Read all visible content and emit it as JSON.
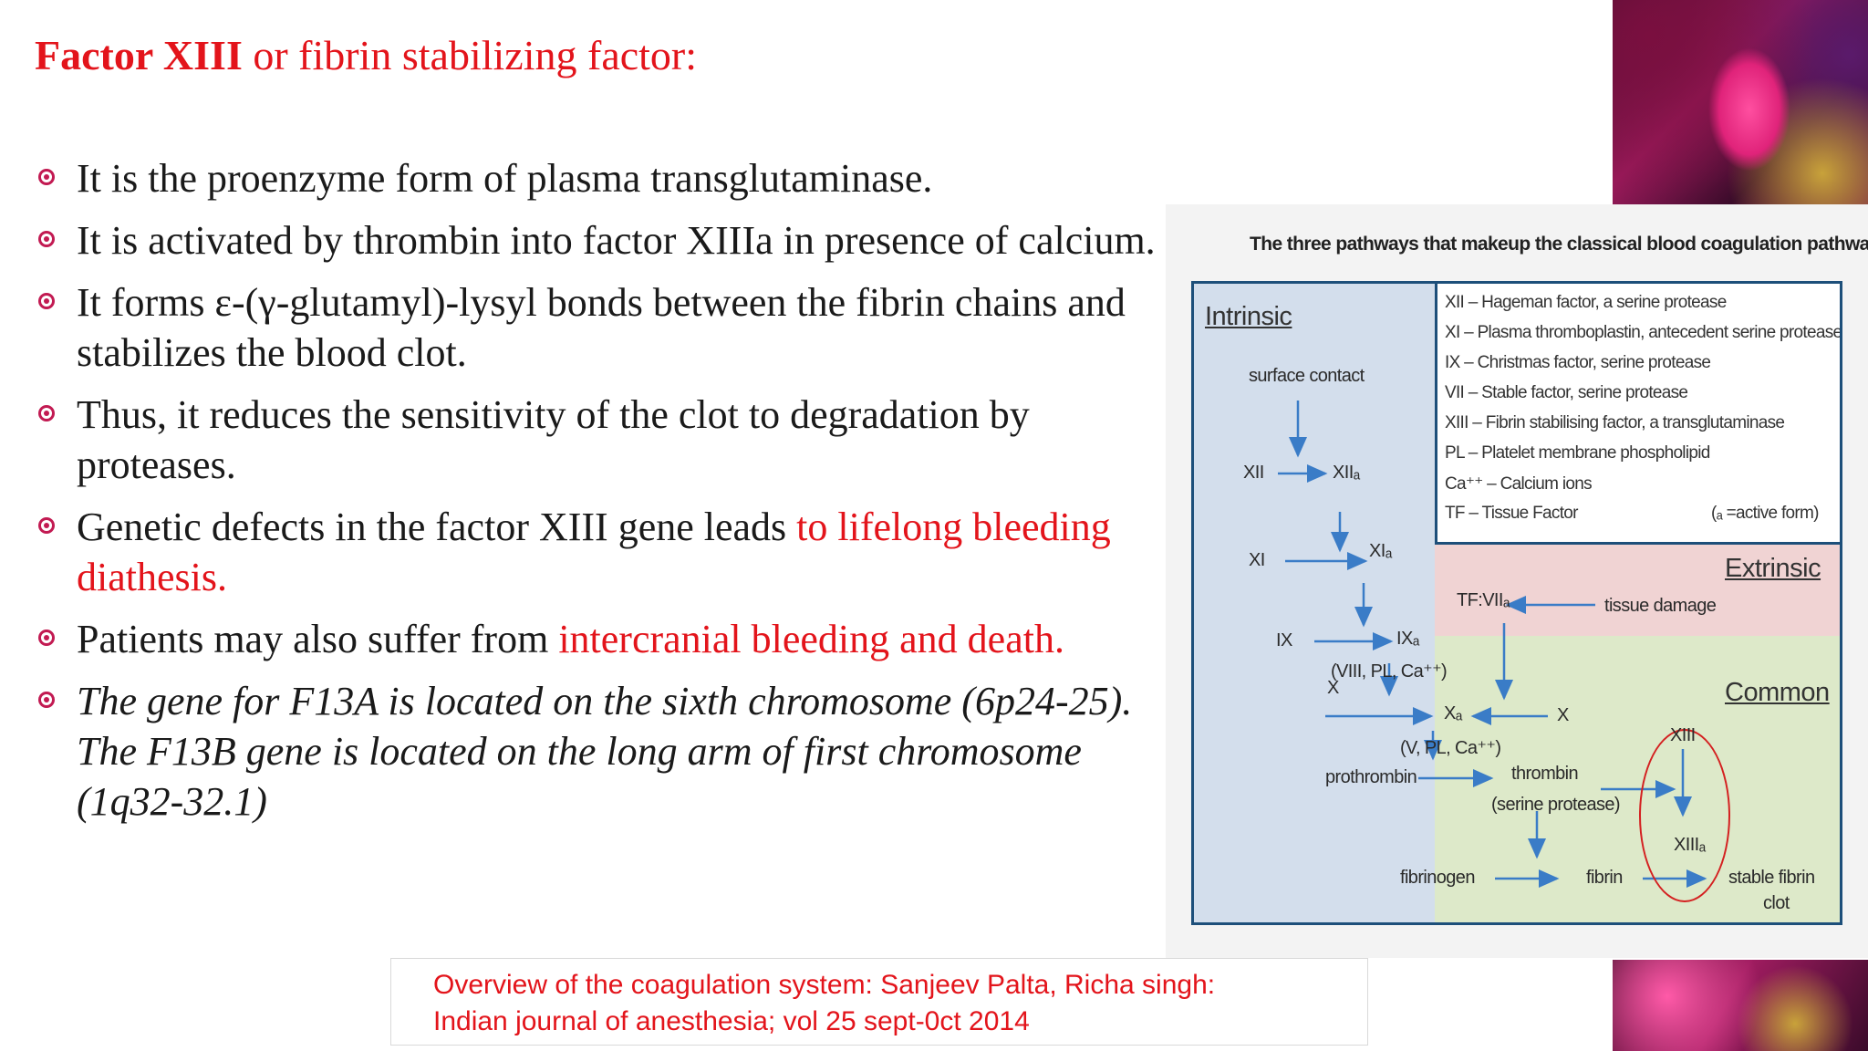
{
  "title": {
    "bold": "Factor XIII",
    "rest": " or fibrin stabilizing factor:"
  },
  "bullets": [
    {
      "parts": [
        {
          "text": "It is the proenzyme form of plasma transglutaminase."
        }
      ]
    },
    {
      "parts": [
        {
          "text": "It is activated by thrombin into factor XIIIa in presence of calcium."
        }
      ]
    },
    {
      "parts": [
        {
          "text": "It forms ε-(γ-glutamyl)-lysyl bonds between the fibrin chains and stabilizes the blood clot."
        }
      ]
    },
    {
      "parts": [
        {
          "text": "Thus, it reduces the sensitivity of the clot to degradation by proteases."
        }
      ]
    },
    {
      "parts": [
        {
          "text": "Genetic defects in the factor XIII gene leads "
        },
        {
          "text": "to lifelong bleeding diathesis.",
          "red": true
        }
      ]
    },
    {
      "parts": [
        {
          "text": "Patients may also suffer from "
        },
        {
          "text": "intercranial bleeding and death.",
          "red": true
        }
      ]
    },
    {
      "parts": [
        {
          "text": "The gene for F13A is located on the sixth chromosome (6p24-25). The F13B gene is located on the long arm of first chromosome (1q32-32.1)",
          "italic": true
        }
      ]
    }
  ],
  "figure": {
    "title": "The three pathways that makeup the classical blood coagulation pathway",
    "intrinsic": "Intrinsic",
    "extrinsic": "Extrinsic",
    "common": "Common",
    "legend": [
      "XII – Hageman factor, a serine protease",
      "XI – Plasma thromboplastin, antecedent serine protease",
      "IX – Christmas factor, serine protease",
      "VII – Stable factor, serine protease",
      "XIII – Fibrin stabilising factor, a transglutaminase",
      "PL – Platelet membrane phospholipid",
      "Ca⁺⁺ – Calcium ions",
      "TF – Tissue Factor"
    ],
    "legend_note": "(ₐ =active form)",
    "labels": {
      "surface_contact": "surface contact",
      "xii": "XII",
      "xiia": "XIIₐ",
      "xi": "XI",
      "xia": "XIₐ",
      "ix": "IX",
      "ixa": "IXₐ",
      "viii_pl_ca": "(VIII, PL, Ca⁺⁺)",
      "x_left": "X",
      "xa": "Xₐ",
      "x_right": "X",
      "v_pl_ca": "(V, PL, Ca⁺⁺)",
      "tf_viia": "TF:VIIₐ",
      "tissue_damage": "tissue damage",
      "prothrombin": "prothrombin",
      "thrombin": "thrombin",
      "serine_protease": "(serine protease)",
      "xiii": "XIII",
      "xiiia": "XIIIₐ",
      "fibrinogen": "fibrinogen",
      "fibrin": "fibrin",
      "stable_fibrin": "stable fibrin",
      "clot": "clot"
    }
  },
  "citation": {
    "line1": "Overview of the coagulation system: Sanjeev Palta, Richa singh:",
    "line2": "Indian journal of anesthesia; vol 25 sept-0ct 2014"
  },
  "colors": {
    "accent_red": "#e3141b",
    "bullet_magenta": "#c21a52",
    "diagram_border": "#1d4f7a"
  }
}
